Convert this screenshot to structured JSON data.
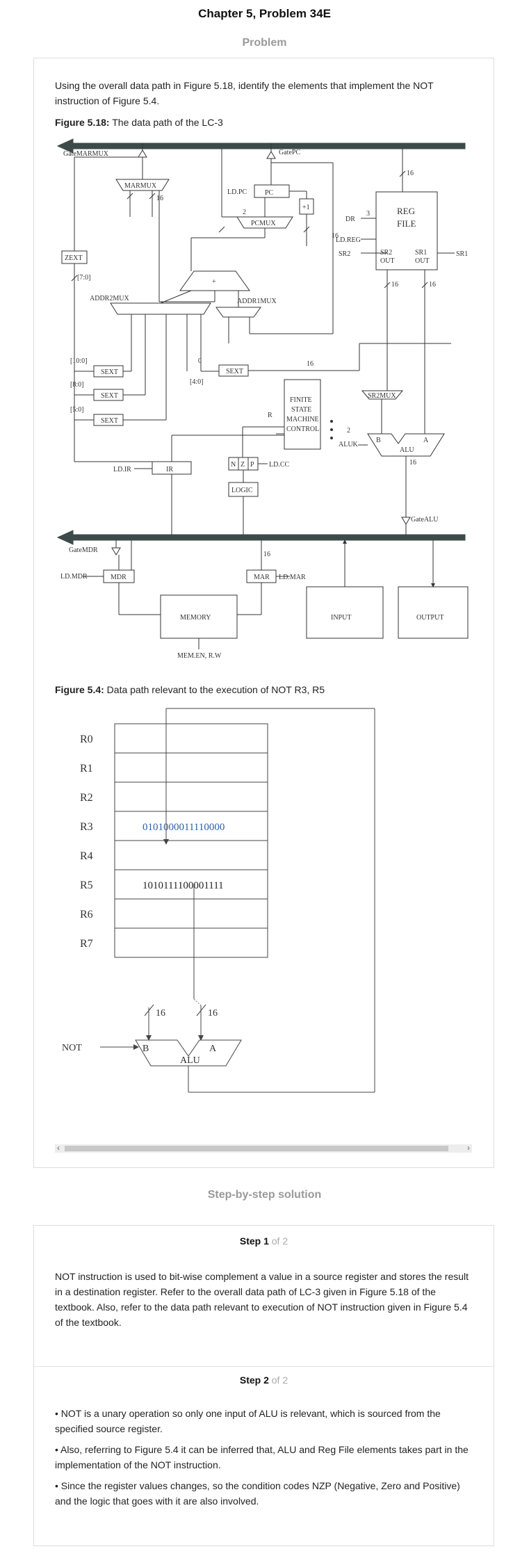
{
  "page_title": "Chapter 5, Problem 34E",
  "problem_section": "Problem",
  "problem_text": "Using the overall data path in Figure 5.18, identify the elements that implement the NOT instruction of Figure 5.4.",
  "figure1": {
    "caption_label": "Figure 5.18:",
    "caption_text": " The data path of the LC-3",
    "labels": {
      "gatemarmux": "GateMARMUX",
      "gatepc": "GatePC",
      "marmux": "MARMUX",
      "ldpc": "LD.PC",
      "pc": "PC",
      "plus1": "+1",
      "pcmux": "PCMUX",
      "dr": "DR",
      "regfile1": "REG",
      "regfile2": "FILE",
      "ldreg": "LD.REG",
      "sr2": "SR2",
      "sr2out1": "SR2",
      "sr2out2": "OUT",
      "sr1out1": "SR1",
      "sr1out2": "OUT",
      "sr1": "SR1",
      "zext": "ZEXT",
      "bits70": "[7:0]",
      "plus": "+",
      "addr2mux": "ADDR2MUX",
      "addr1mux": "ADDR1MUX",
      "bits100": "[10:0]",
      "bits80": "[8:0]",
      "bits50": "[5:0]",
      "bits40": "[4:0]",
      "sext": "SEXT",
      "zero": "0",
      "sr2mux": "SR2MUX",
      "fsm1": "FINITE",
      "fsm2": "STATE",
      "fsm3": "MACHINE",
      "fsm4": "CONTROL",
      "r": "R",
      "aluk": "ALUK",
      "alu_b": "B",
      "alu_a": "A",
      "alu": "ALU",
      "ldir": "LD.IR",
      "ir": "IR",
      "n": "N",
      "z": "Z",
      "p": "P",
      "ldcc": "LD.CC",
      "logic": "LOGIC",
      "gatealu": "GateALU",
      "gatemdr": "GateMDR",
      "ldmdr": "LD.MDR",
      "mdr": "MDR",
      "mar": "MAR",
      "ldmar": "LD.MAR",
      "memory": "MEMORY",
      "input": "INPUT",
      "output": "OUTPUT",
      "memen": "MEM.EN, R.W",
      "w16": "16",
      "w2": "2",
      "w3": "3"
    }
  },
  "figure2": {
    "caption_label": "Figure 5.4:",
    "caption_text": " Data path relevant to the execution of NOT R3, R5",
    "registers": [
      {
        "name": "R0",
        "value": ""
      },
      {
        "name": "R1",
        "value": ""
      },
      {
        "name": "R2",
        "value": ""
      },
      {
        "name": "R3",
        "value": "0101000011110000"
      },
      {
        "name": "R4",
        "value": ""
      },
      {
        "name": "R5",
        "value": "1010111100001111"
      },
      {
        "name": "R6",
        "value": ""
      },
      {
        "name": "R7",
        "value": ""
      }
    ],
    "bus_width": "16",
    "alu_b": "B",
    "alu_a": "A",
    "alu": "ALU",
    "not_label": "NOT",
    "colors": {
      "highlight_value": "#2b5ea8"
    }
  },
  "solution_section": "Step-by-step solution",
  "steps": [
    {
      "label": "Step 1",
      "of": " of 2",
      "paragraphs": [
        "NOT instruction is used to bit-wise complement a value in a source register and stores the result in a destination register. Refer to the overall data path of LC-3 given in Figure 5.18 of the textbook. Also, refer to the data path relevant to execution of NOT instruction given in Figure 5.4 of the textbook."
      ]
    },
    {
      "label": "Step 2",
      "of": " of 2",
      "paragraphs": [
        "• NOT is a unary operation so only one input of ALU is relevant, which is sourced from the specified source register.",
        "• Also, referring to Figure 5.4 it can be inferred that, ALU and Reg File elements takes part in the implementation of the NOT instruction.",
        "• Since the register values changes, so the condition codes NZP (Negative, Zero and Positive) and the logic that goes with it are also involved."
      ]
    }
  ]
}
